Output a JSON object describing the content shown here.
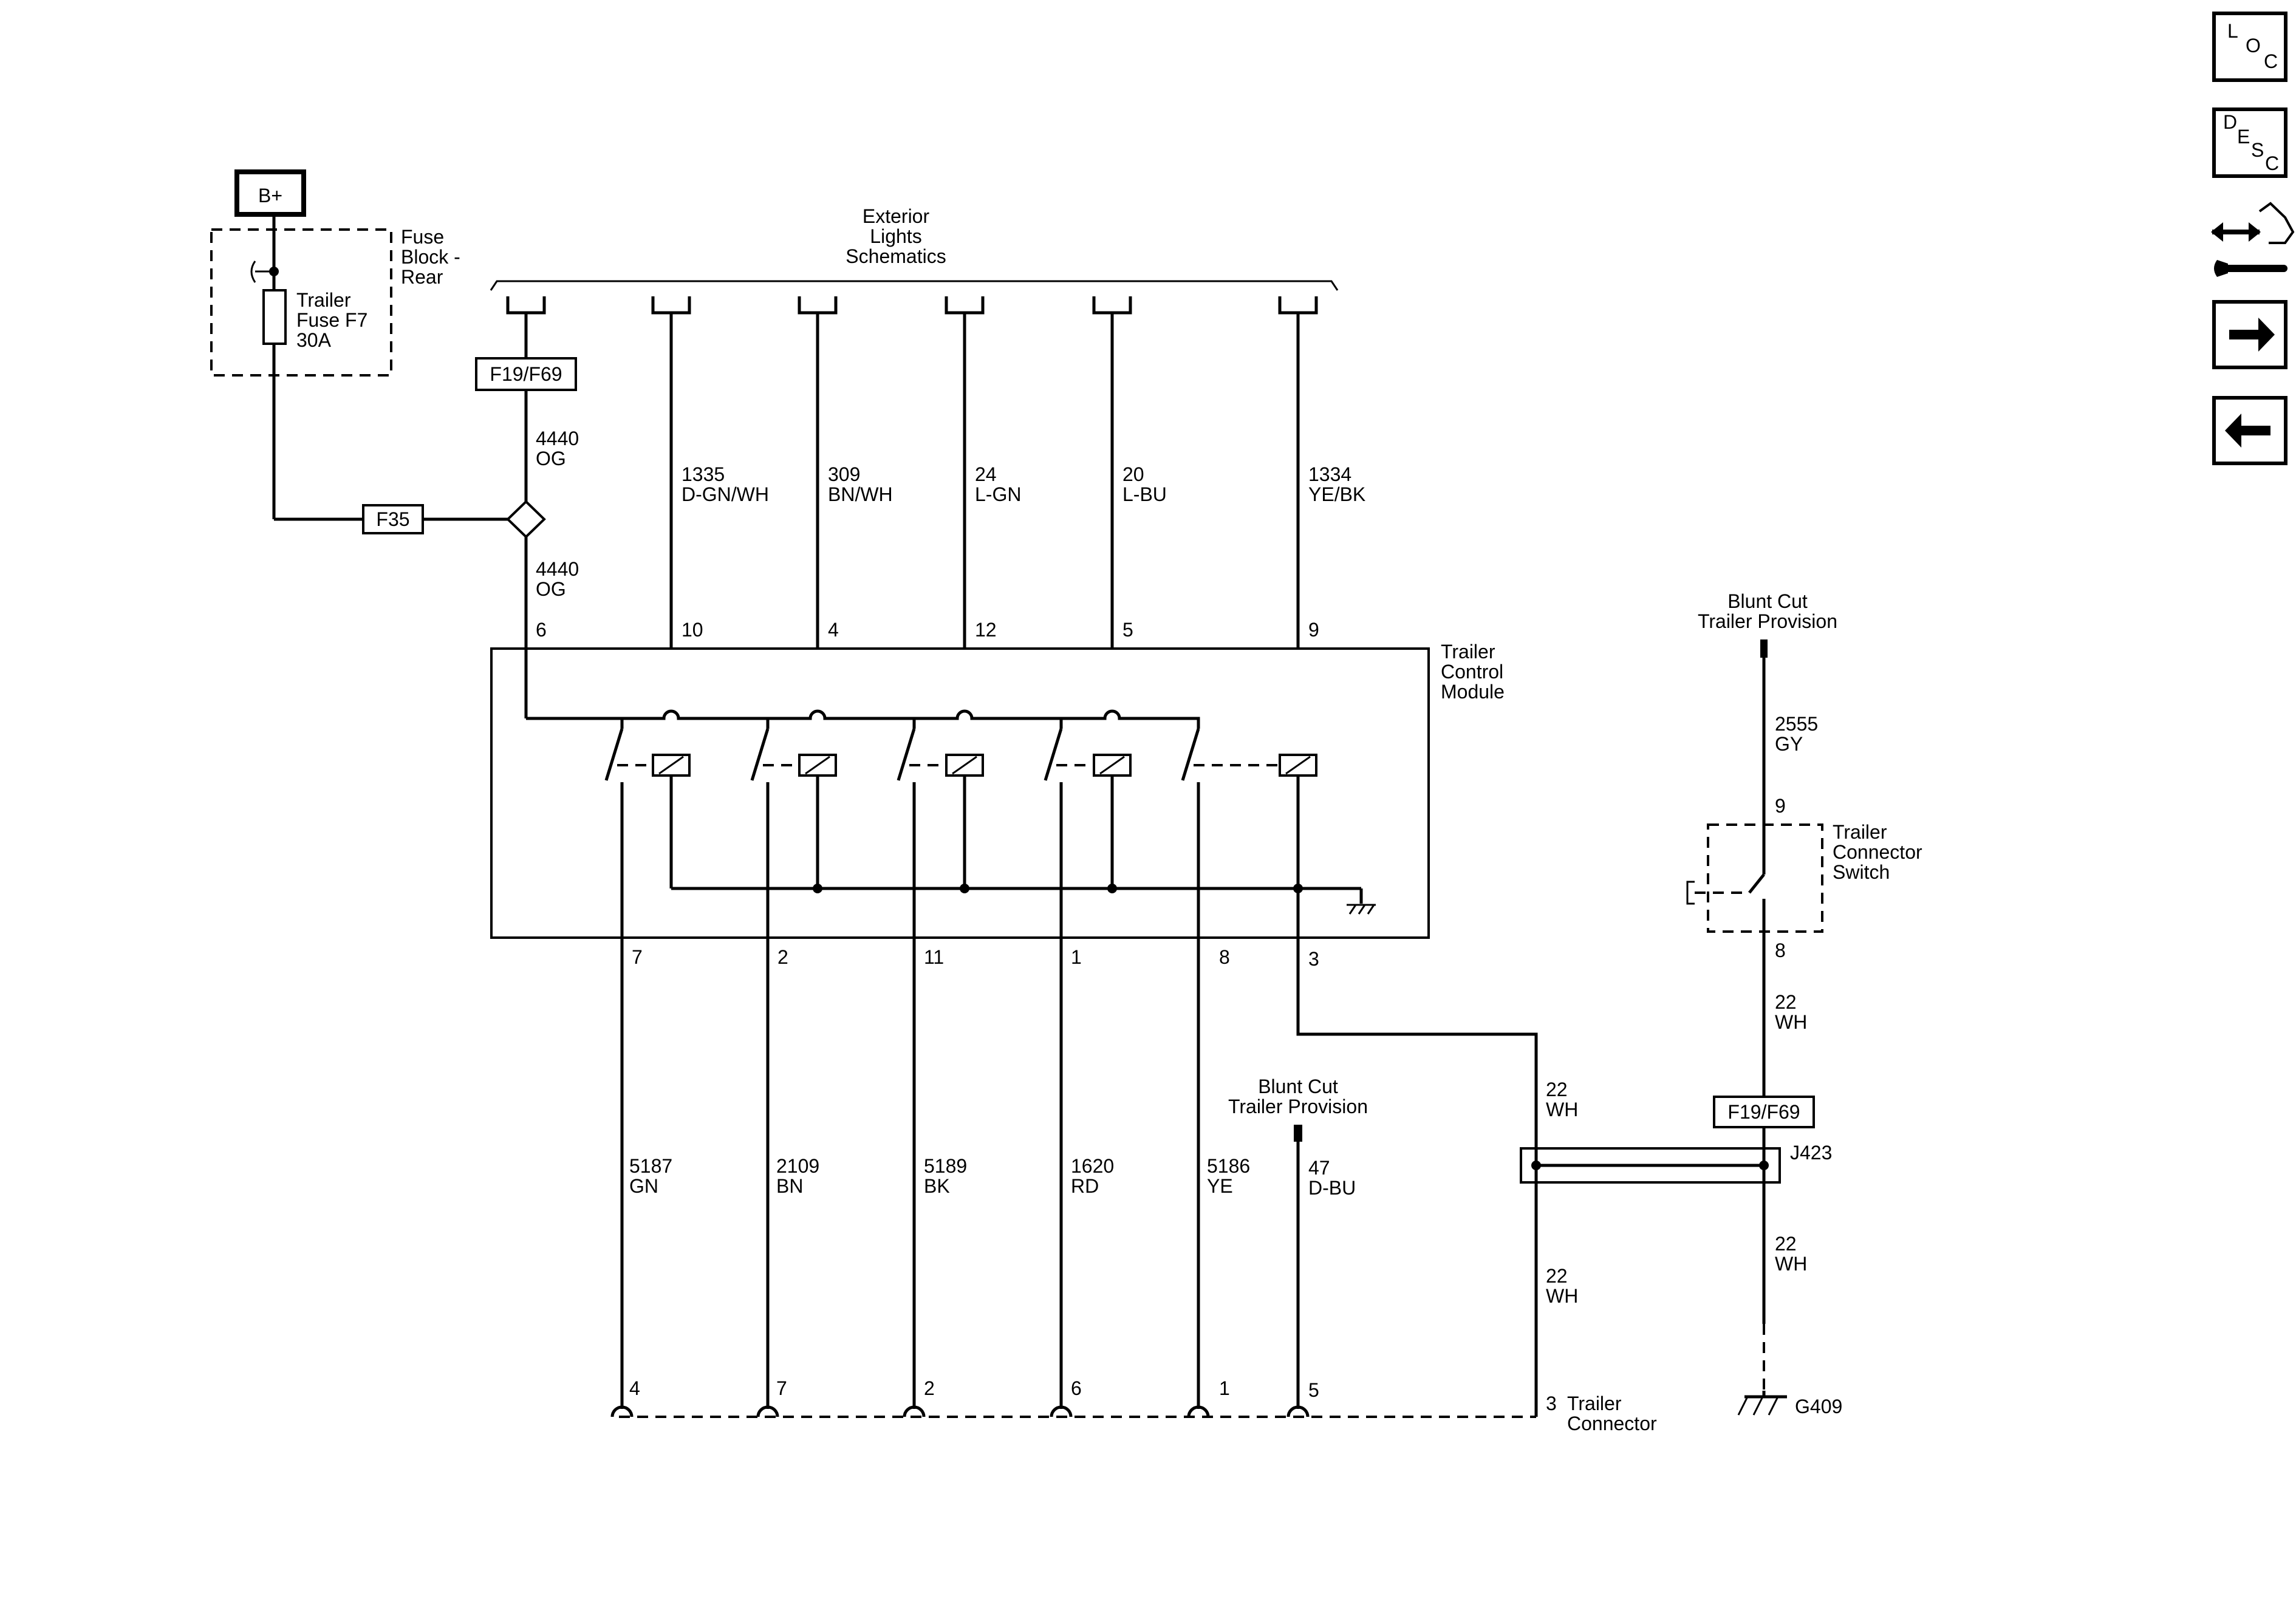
{
  "power": {
    "label": "B+"
  },
  "fuse_block": {
    "name": [
      "Fuse",
      "Block -",
      "Rear"
    ],
    "fuse": [
      "Trailer",
      "Fuse F7",
      "30A"
    ]
  },
  "splice_f35": "F35",
  "exterior_lights": [
    "Exterior",
    "Lights",
    "Schematics"
  ],
  "inline_connector_label": "F19/F69",
  "wires_top": [
    {
      "circuit": "4440",
      "color": "OG"
    },
    {
      "circuit": "1335",
      "color": "D-GN/WH"
    },
    {
      "circuit": "309",
      "color": "BN/WH"
    },
    {
      "circuit": "24",
      "color": "L-GN"
    },
    {
      "circuit": "20",
      "color": "L-BU"
    },
    {
      "circuit": "1334",
      "color": "YE/BK"
    }
  ],
  "wire_4440_lower": {
    "circuit": "4440",
    "color": "OG"
  },
  "module": {
    "name": [
      "Trailer",
      "Control",
      "Module"
    ],
    "top_pins": [
      "6",
      "10",
      "4",
      "12",
      "5",
      "9"
    ],
    "bottom_pins": [
      "7",
      "2",
      "11",
      "1",
      "8",
      "3"
    ]
  },
  "wires_bottom": [
    {
      "circuit": "5187",
      "color": "GN"
    },
    {
      "circuit": "2109",
      "color": "BN"
    },
    {
      "circuit": "5189",
      "color": "BK"
    },
    {
      "circuit": "1620",
      "color": "RD"
    },
    {
      "circuit": "5186",
      "color": "YE"
    },
    {
      "circuit": "47",
      "color": "D-BU"
    }
  ],
  "blunt_cut": [
    "Blunt Cut",
    "Trailer Provision"
  ],
  "wire_22_wh": {
    "circuit": "22",
    "color": "WH"
  },
  "wire_2555": {
    "circuit": "2555",
    "color": "GY"
  },
  "trailer_connector": {
    "name": [
      "Trailer",
      "Connector"
    ],
    "pins": [
      "4",
      "7",
      "2",
      "6",
      "1",
      "5",
      "3"
    ]
  },
  "trailer_switch": {
    "name": [
      "Trailer",
      "Connector",
      "Switch"
    ],
    "pins": [
      "9",
      "8"
    ]
  },
  "splice_j423": "J423",
  "ground": "G409",
  "nav": {
    "loc": [
      "L",
      "O",
      "C"
    ],
    "desc": [
      "D",
      "E",
      "S",
      "C"
    ]
  }
}
